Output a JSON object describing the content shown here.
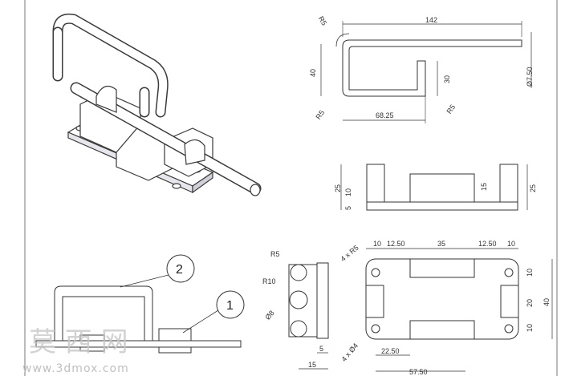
{
  "top_view": {
    "width": "142",
    "radius_tl": "R5",
    "height": "40",
    "inner_height": "30",
    "length": "68.25",
    "radius_bl": "R5",
    "radius_br": "R5",
    "diameter": "Ø7.50"
  },
  "front_view": {
    "left_height": "25",
    "left_mid": "10",
    "left_low": "5",
    "center": "15",
    "right_height": "25"
  },
  "side_view": {
    "radius_top": "R5",
    "radius_hole": "R10",
    "diameter": "Ø8",
    "thickness": "5",
    "width": "15"
  },
  "plan_view": {
    "d1": "10",
    "d2": "12.50",
    "d3": "35",
    "d4": "12.50",
    "d5": "10",
    "corner": "4 x R5",
    "holes": "4 x Ø4",
    "bottom1": "22.50",
    "bottom2": "57.50",
    "r1": "10",
    "r2": "20",
    "r3": "10",
    "total": "40"
  },
  "balloons": {
    "b1": "2",
    "b2": "1"
  },
  "watermark": {
    "cn": "莫 西 网",
    "url": "www.3dmox.com"
  },
  "colors": {
    "line": "#2a2a2a",
    "fill": "#ffffff",
    "shade": "#d8d8e0"
  }
}
